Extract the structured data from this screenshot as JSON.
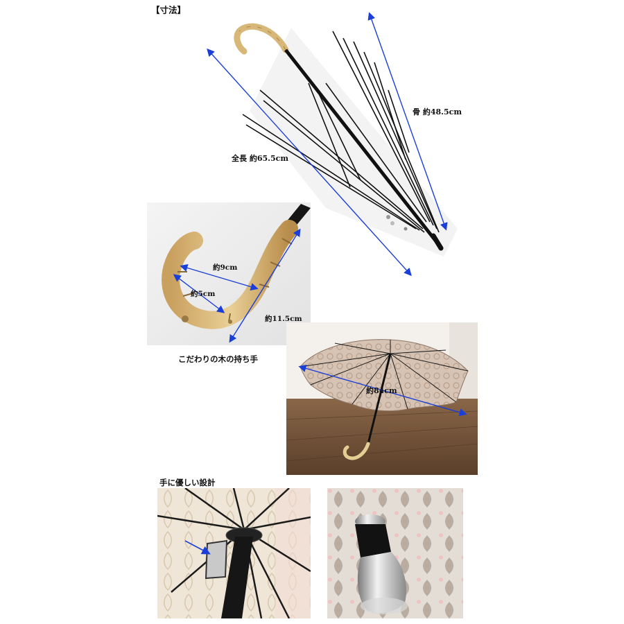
{
  "section_title": "【寸法】",
  "dimensions": {
    "rib_length": "骨 約48.5cm",
    "total_length": "全長 約65.5cm",
    "handle_width": "約9cm",
    "handle_inner": "約5cm",
    "handle_height": "約11.5cm",
    "open_diameter": "約84cm"
  },
  "captions": {
    "handle": "こだわりの木の持ち手",
    "design": "手に優しい設計"
  },
  "colors": {
    "arrow": "#1a3fd8",
    "rib": "#111111",
    "bamboo": "#d8b878",
    "canopy": "#cdb7a6"
  }
}
